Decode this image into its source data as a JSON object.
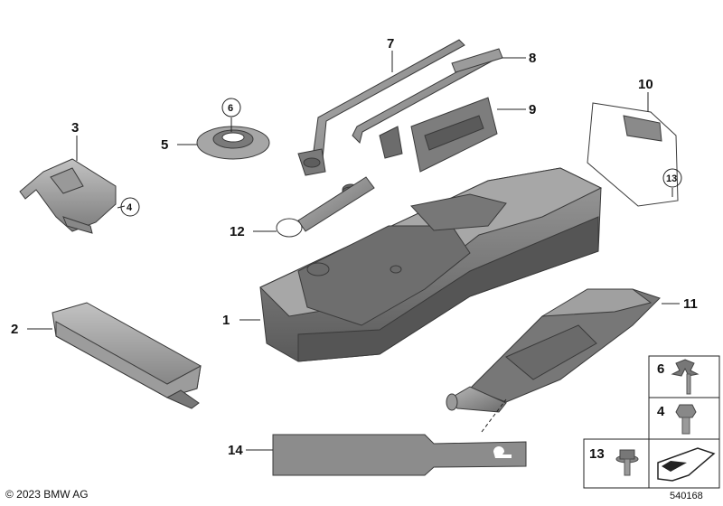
{
  "callouts": {
    "c1": "1",
    "c2": "2",
    "c3": "3",
    "c4": "4",
    "c5": "5",
    "c6": "6",
    "c7": "7",
    "c8": "8",
    "c9": "9",
    "c10": "10",
    "c11": "11",
    "c12": "12",
    "c13": "13",
    "c14": "14"
  },
  "legend": {
    "l6": "6",
    "l4": "4",
    "l13": "13"
  },
  "footer": {
    "copyright": "© 2023 BMW AG",
    "doc_number": "540168"
  },
  "colors": {
    "part_fill": "#8d8d8d",
    "part_dark": "#5e5e5e",
    "part_light": "#b4b4b4",
    "line": "#222222"
  }
}
